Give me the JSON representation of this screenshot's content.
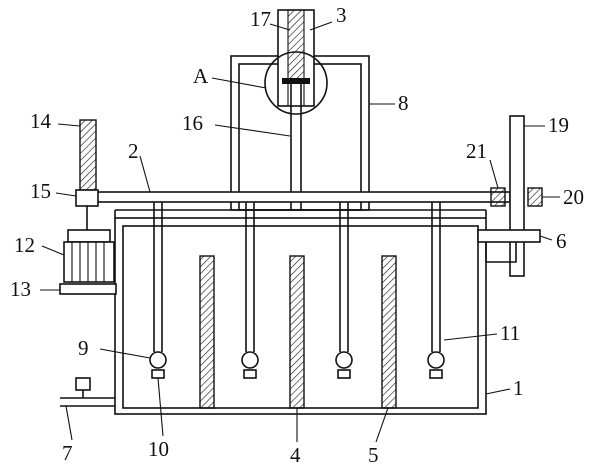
{
  "labels": {
    "l1": "1",
    "l2": "2",
    "l3": "3",
    "l4": "4",
    "l5": "5",
    "l6": "6",
    "l7": "7",
    "l8": "8",
    "l9": "9",
    "l10": "10",
    "l11": "11",
    "l12": "12",
    "l13": "13",
    "l14": "14",
    "l15": "15",
    "l16": "16",
    "l17": "17",
    "l19": "19",
    "l20": "20",
    "l21": "21",
    "lA": "A"
  }
}
